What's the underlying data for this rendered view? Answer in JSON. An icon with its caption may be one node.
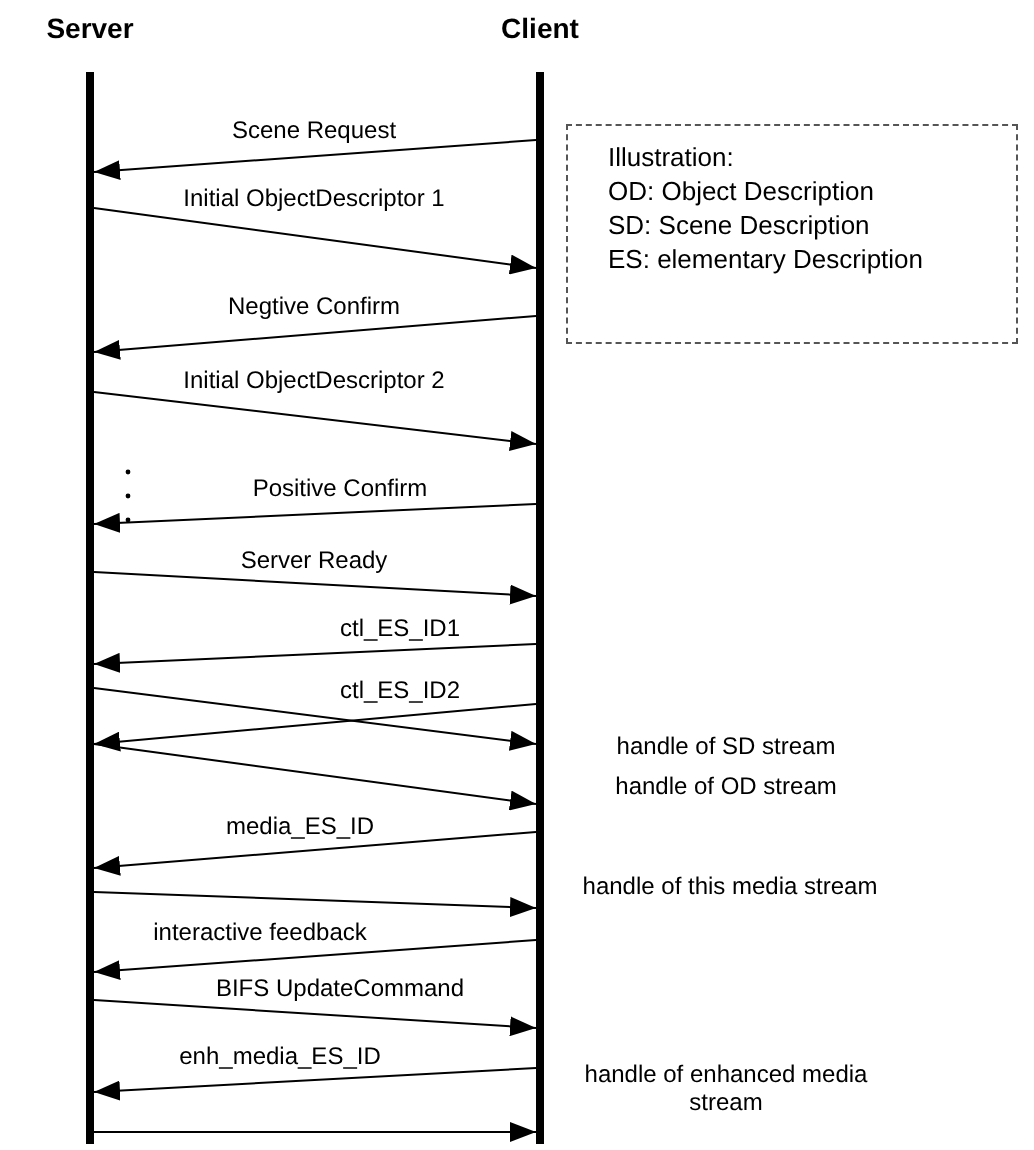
{
  "diagram": {
    "nodes": [
      {
        "text": [
          "Server"
        ]
      },
      {
        "text": [
          "Client"
        ]
      },
      {
        "text": [
          "Illustration:",
          "OD: Object Description",
          "SD: Scene Description",
          "ES: elementary Description"
        ]
      }
    ],
    "edges": [
      {
        "from": 1,
        "to": 0,
        "arrow": "to",
        "label": "Scene Request"
      },
      {
        "from": 0,
        "to": 1,
        "arrow": "to",
        "label": "Initial ObjectDescriptor 1"
      },
      {
        "from": 1,
        "to": 0,
        "arrow": "to",
        "label": "Negtive Confirm"
      },
      {
        "from": 0,
        "to": 1,
        "arrow": "to",
        "label": "Initial ObjectDescriptor 2"
      },
      {
        "from": 1,
        "to": 0,
        "arrow": "to",
        "label": "Positive Confirm"
      },
      {
        "from": 0,
        "to": 1,
        "arrow": "to",
        "label": "Server Ready"
      },
      {
        "from": 1,
        "to": 0,
        "arrow": "to",
        "label": "ctl_ES_ID1"
      },
      {
        "from": 0,
        "to": 1,
        "arrow": "to"
      },
      {
        "from": 1,
        "to": 0,
        "arrow": "to",
        "label": "ctl_ES_ID2"
      },
      {
        "from": 0,
        "to": 1,
        "arrow": "to"
      },
      {
        "from": 1,
        "to": 0,
        "arrow": "to",
        "label": "media_ES_ID"
      },
      {
        "from": 0,
        "to": 1,
        "arrow": "to"
      },
      {
        "from": 1,
        "to": 0,
        "arrow": "to",
        "label": "interactive feedback"
      },
      {
        "from": 0,
        "to": 1,
        "arrow": "to",
        "label": "BIFS UpdateCommand"
      },
      {
        "from": 1,
        "to": 0,
        "arrow": "to",
        "label": "enh_media_ES_ID"
      },
      {
        "from": 0,
        "to": 1,
        "arrow": "to"
      }
    ],
    "labels": [
      "handle of SD stream",
      "handle of OD stream",
      "handle of this media stream",
      "handle of enhanced media stream"
    ]
  }
}
